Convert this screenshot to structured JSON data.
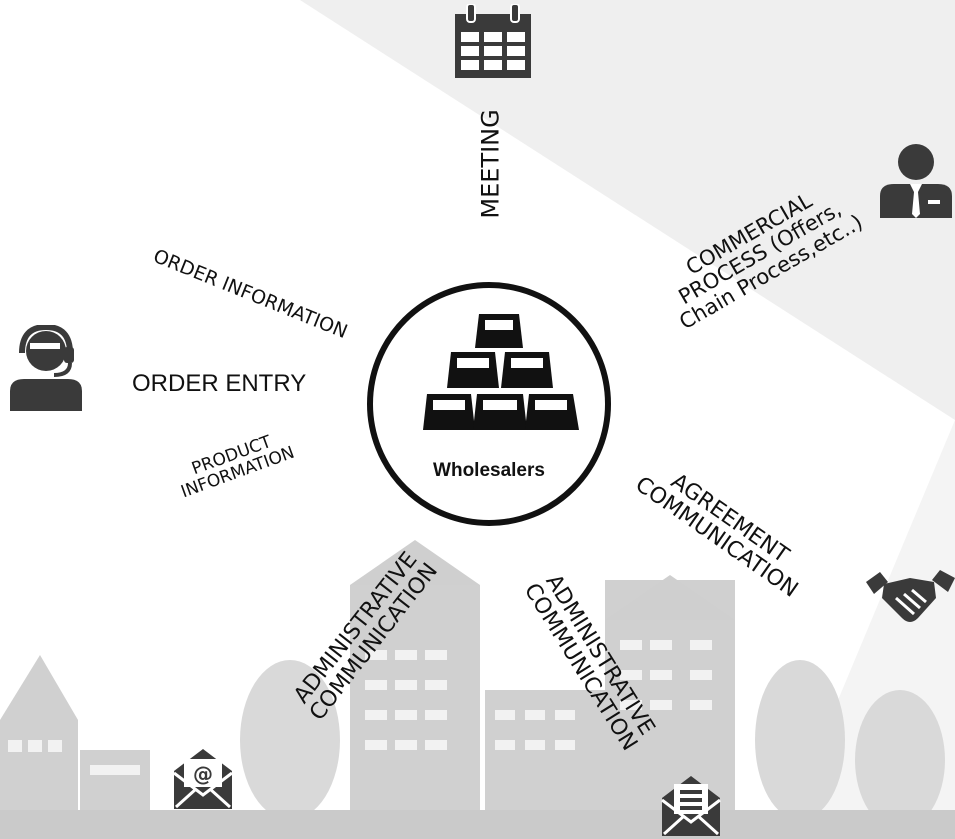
{
  "hub": {
    "title": "Wholesalers",
    "icon": "stacked-bars-icon"
  },
  "labels": {
    "meeting": "MEETING",
    "commercial": [
      "COMMERCIAL",
      "PROCESS (Offers,",
      "Chain Process,etc..)"
    ],
    "order_information": "ORDER INFORMATION",
    "order_entry": "ORDER ENTRY",
    "product_information": [
      "PRODUCT",
      "INFORMATION"
    ],
    "agreement": [
      "AGREEMENT",
      "COMMUNICATION"
    ],
    "admin_left": [
      "ADMINISTRATIVE",
      "COMMUNICATION"
    ],
    "admin_right": [
      "ADMINISTRATIVE",
      "COMMUNICATION"
    ]
  },
  "icons": [
    "calendar-icon",
    "businessman-icon",
    "call-center-agent-icon",
    "handshake-icon",
    "email-at-icon",
    "email-document-icon"
  ],
  "colors": {
    "ink": "#111111",
    "icon": "#3a3a3a",
    "backdrop": "#efefef",
    "city": "#d0d0d0"
  }
}
